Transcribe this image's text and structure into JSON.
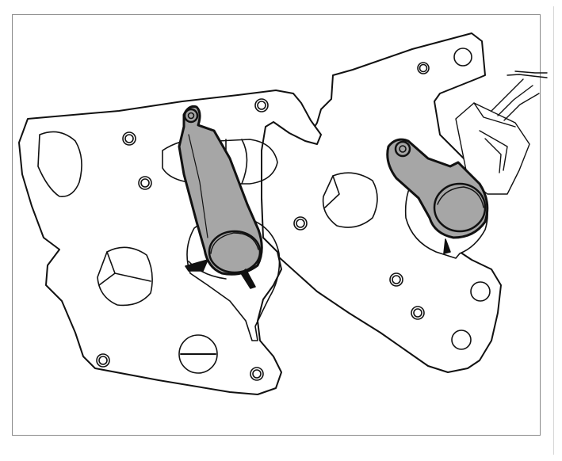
{
  "figure": {
    "caption": "",
    "colors": {
      "line": "#111111",
      "lever_fill": "#a8a8a8",
      "lever_dark": "#8f8f8f",
      "plate_fill": "#ffffff",
      "frame_border": "#8a8a8a"
    },
    "parts": [
      "left-mounting-plate",
      "right-mounting-plate",
      "long-lever-arm",
      "short-lever-arm",
      "connector-cable",
      "mounting-holes",
      "slotted-screw"
    ]
  }
}
